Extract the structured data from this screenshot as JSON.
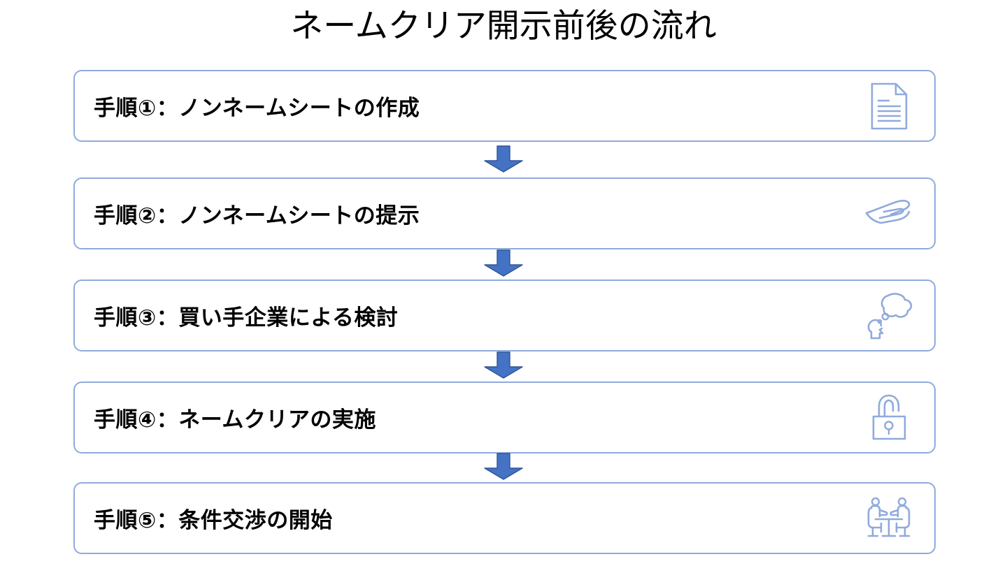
{
  "title": "ネームクリア開示前後の流れ",
  "colors": {
    "box_border": "#8FAADC",
    "icon_stroke": "#8FAADC",
    "arrow_fill": "#4472C4",
    "arrow_stroke": "#2F5597",
    "text": "#000000",
    "background": "#FFFFFF"
  },
  "steps": [
    {
      "label": "手順①：ノンネームシートの作成",
      "icon": "document-page-icon"
    },
    {
      "label": "手順②：ノンネームシートの提示",
      "icon": "open-hand-icon"
    },
    {
      "label": "手順③：買い手企業による検討",
      "icon": "head-thought-bubble-icon"
    },
    {
      "label": "手順④：ネームクリアの実施",
      "icon": "unlocked-padlock-icon"
    },
    {
      "label": "手順⑤：条件交渉の開始",
      "icon": "two-people-at-table-icon"
    }
  ],
  "arrows": [
    {
      "name": "arrow-step1-to-step2",
      "direction": "down"
    },
    {
      "name": "arrow-step2-to-step3",
      "direction": "down"
    },
    {
      "name": "arrow-step3-to-step4",
      "direction": "down"
    },
    {
      "name": "arrow-step4-to-step5",
      "direction": "down"
    }
  ]
}
